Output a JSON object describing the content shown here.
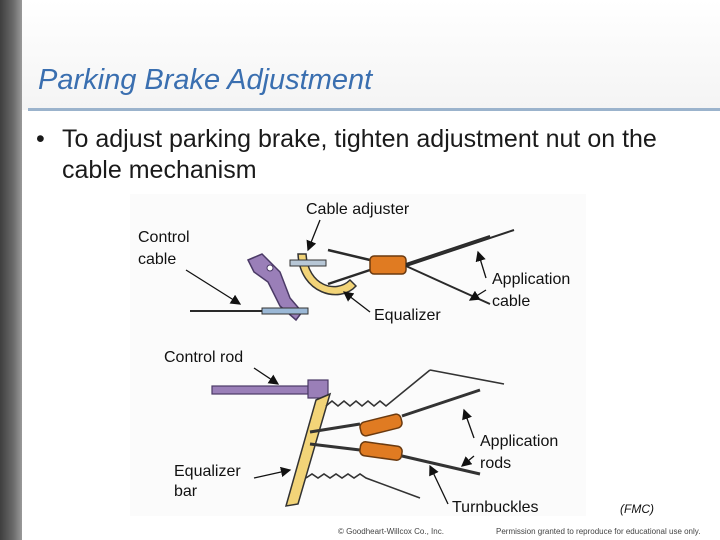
{
  "slide": {
    "title": "Parking Brake Adjustment",
    "bullet": "To adjust parking brake, tighten adjustment nut on the cable mechanism",
    "credit": "(FMC)",
    "footer_left": "© Goodheart-Willcox Co., Inc.",
    "footer_right": "Permission granted to reproduce for educational use only."
  },
  "figure": {
    "labels": {
      "cable_adjuster": "Cable adjuster",
      "control_cable_1": "Control",
      "control_cable_2": "cable",
      "application_cable_1": "Application",
      "application_cable_2": "cable",
      "equalizer": "Equalizer",
      "control_rod": "Control rod",
      "application_rods_1": "Application",
      "application_rods_2": "rods",
      "equalizer_bar_1": "Equalizer",
      "equalizer_bar_2": "bar",
      "turnbuckles": "Turnbuckles"
    },
    "colors": {
      "orange": "#e07b22",
      "yellow": "#f2d478",
      "purple": "#9a7fb8",
      "cable": "#2a2a2a"
    }
  }
}
